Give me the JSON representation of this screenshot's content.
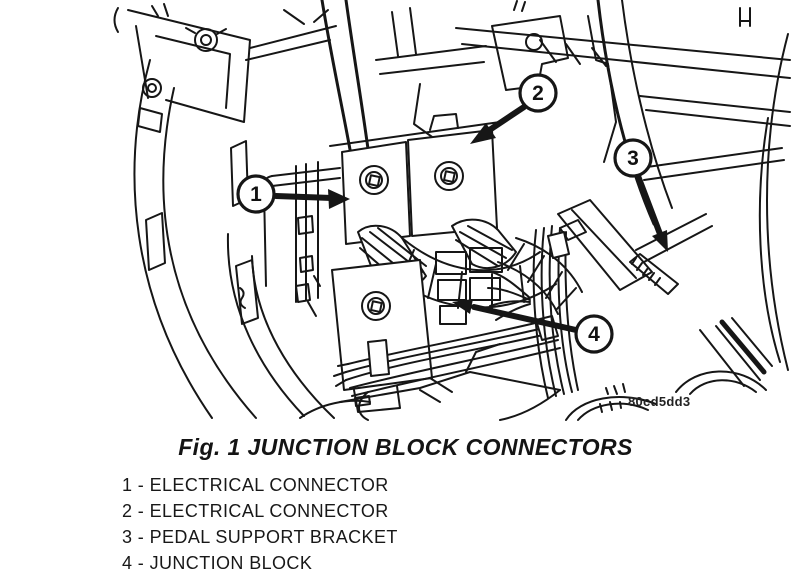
{
  "figure": {
    "caption": "Fig. 1 JUNCTION BLOCK CONNECTORS",
    "image_code": "80cd5dd3",
    "colors": {
      "ink": "#161616",
      "paper": "#ffffff"
    },
    "callouts": [
      {
        "number": "1",
        "label": "ELECTRICAL CONNECTOR",
        "text": "1 - ELECTRICAL CONNECTOR"
      },
      {
        "number": "2",
        "label": "ELECTRICAL CONNECTOR",
        "text": "2 - ELECTRICAL CONNECTOR"
      },
      {
        "number": "3",
        "label": "PEDAL SUPPORT BRACKET",
        "text": "3 - PEDAL SUPPORT BRACKET"
      },
      {
        "number": "4",
        "label": "JUNCTION BLOCK",
        "text": "4 - JUNCTION BLOCK"
      }
    ]
  }
}
